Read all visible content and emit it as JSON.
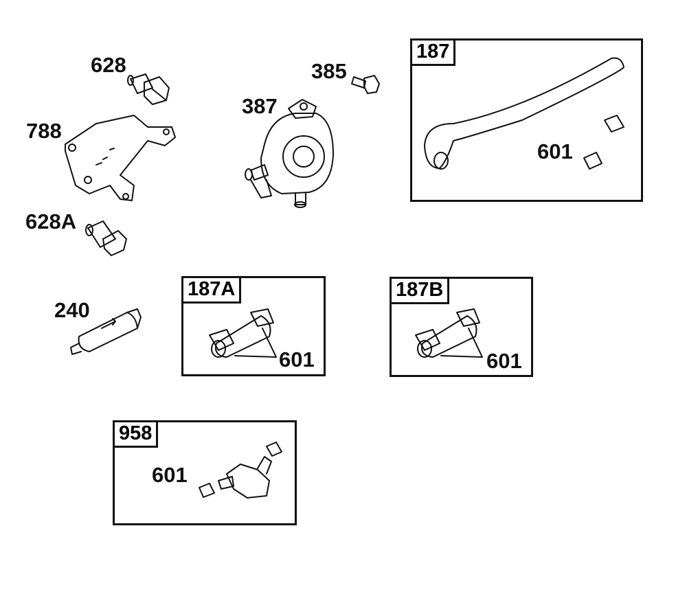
{
  "parts": {
    "p628": "628",
    "p788": "788",
    "p628A": "628A",
    "p387": "387",
    "p385": "385",
    "p240": "240"
  },
  "boxes": {
    "b187": {
      "tag": "187",
      "callout": "601"
    },
    "b187A": {
      "tag": "187A",
      "callout": "601"
    },
    "b187B": {
      "tag": "187B",
      "callout": "601"
    },
    "b958": {
      "tag": "958",
      "callout": "601"
    }
  }
}
